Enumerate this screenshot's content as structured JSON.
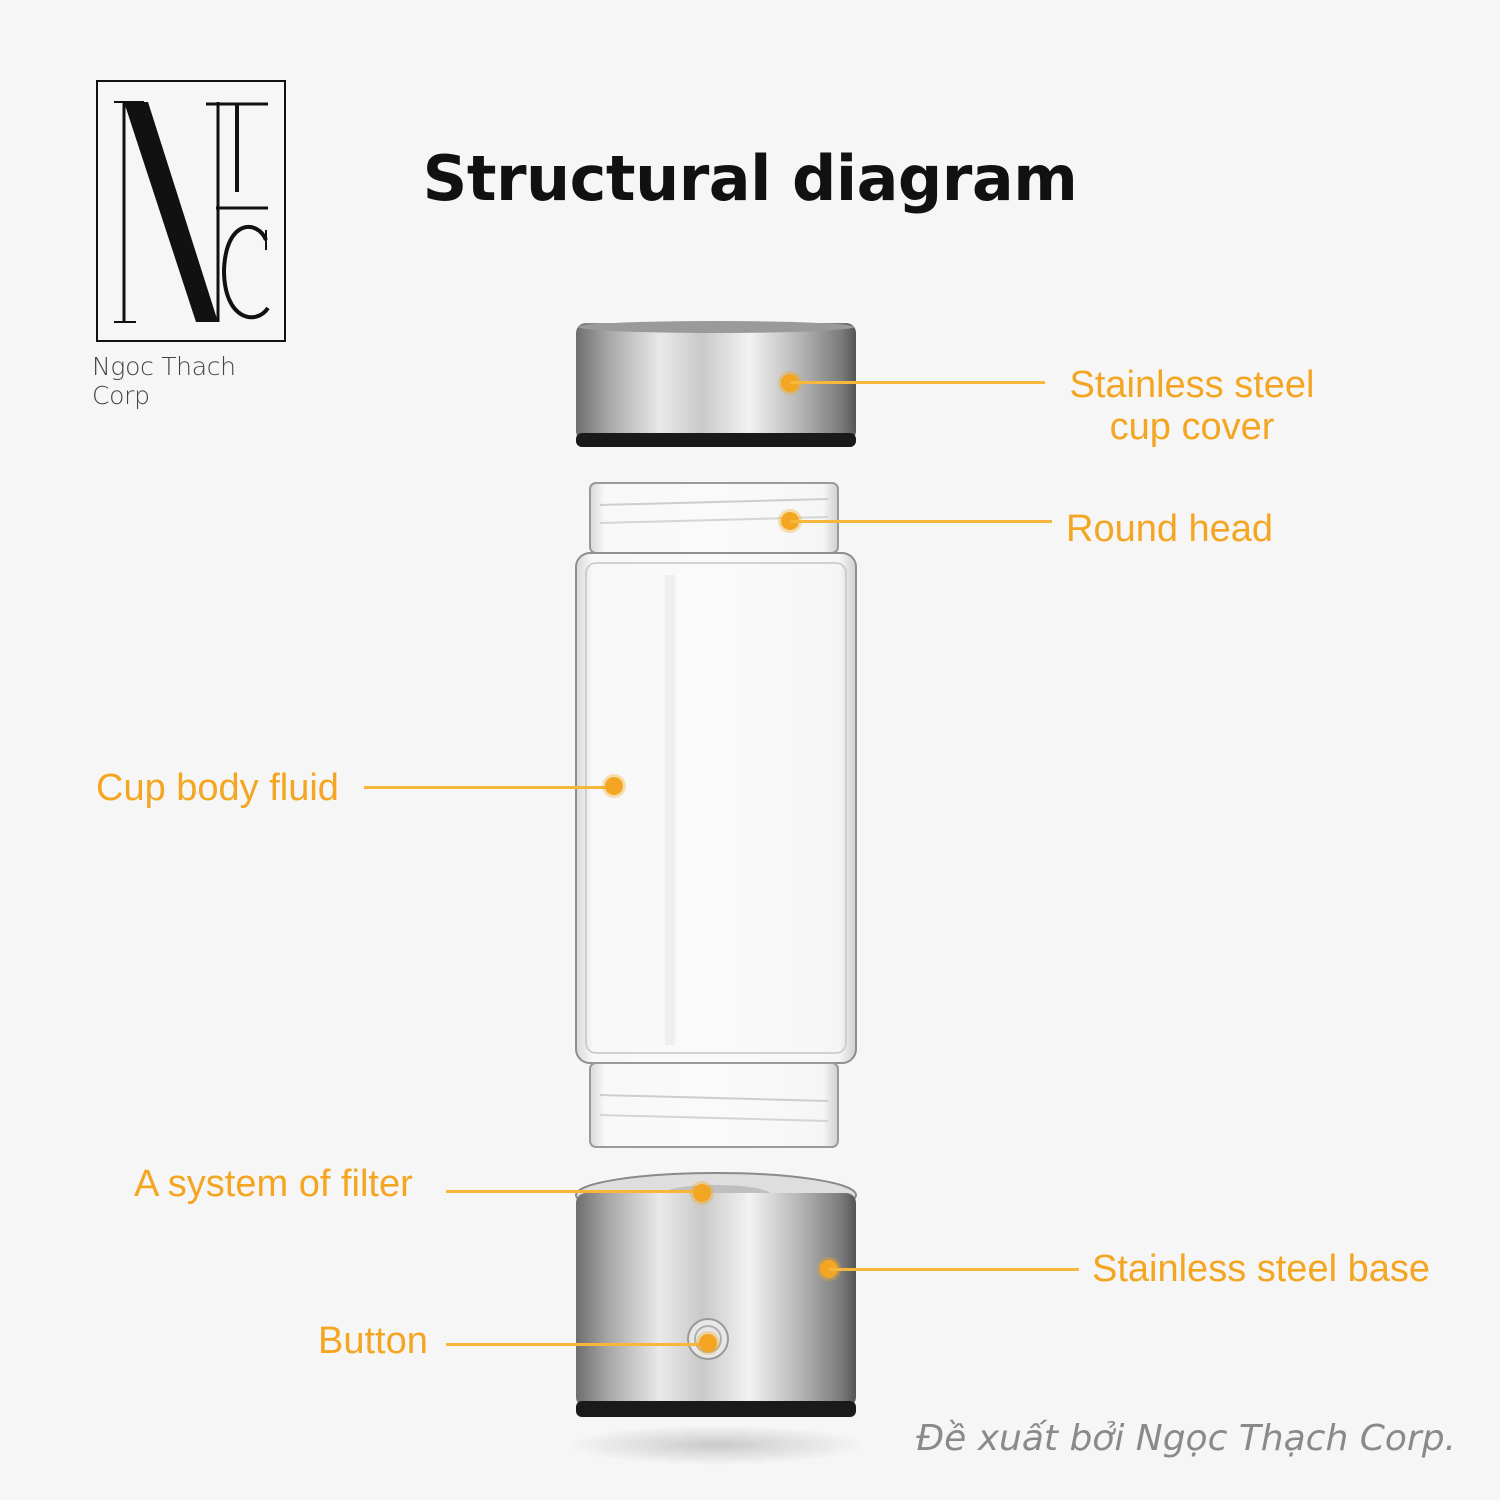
{
  "logo": {
    "monogram": "NTC",
    "name": "Ngoc Thach Corp"
  },
  "title": "Structural diagram",
  "labels": {
    "cup_cover_line1": "Stainless steel",
    "cup_cover_line2": "cup cover",
    "round_head": "Round head",
    "cup_body": "Cup body fluid",
    "filter": "A system of filter",
    "base": "Stainless steel base",
    "button": "Button"
  },
  "watermark": "Đề xuất bởi Ngọc Thạch Corp.",
  "colors": {
    "accent": "#f4a622",
    "background": "#f6f6f6",
    "title": "#111111"
  }
}
